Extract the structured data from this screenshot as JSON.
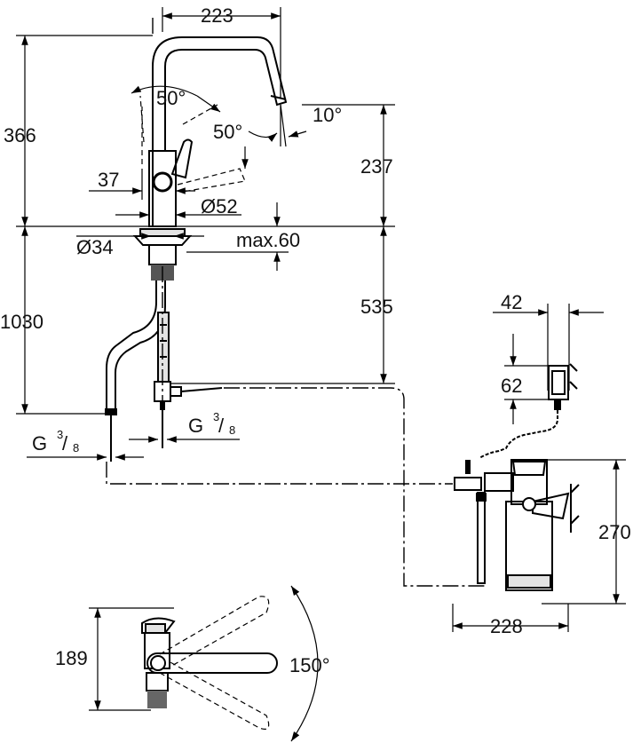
{
  "dimensions": {
    "spout_reach": "223",
    "overall_height": "366",
    "handle_angle_top": "50°",
    "handle_angle_side": "50°",
    "spout_tilt": "10°",
    "outlet_height": "237",
    "handle_width": "37",
    "body_diameter": "Ø52",
    "hole_diameter": "Ø34",
    "max_deck_thickness": "max.60",
    "hose_length": "1030",
    "below_deck_length": "535",
    "connection_left_base": "G",
    "connection_left_sup": "3",
    "connection_left_sub": "8",
    "connection_right_base": "G",
    "connection_right_sup": "3",
    "connection_right_sub": "8",
    "valve_width": "42",
    "valve_height": "62",
    "filter_height": "270",
    "filter_width": "228",
    "top_view_depth": "189",
    "swivel_angle": "150°"
  }
}
